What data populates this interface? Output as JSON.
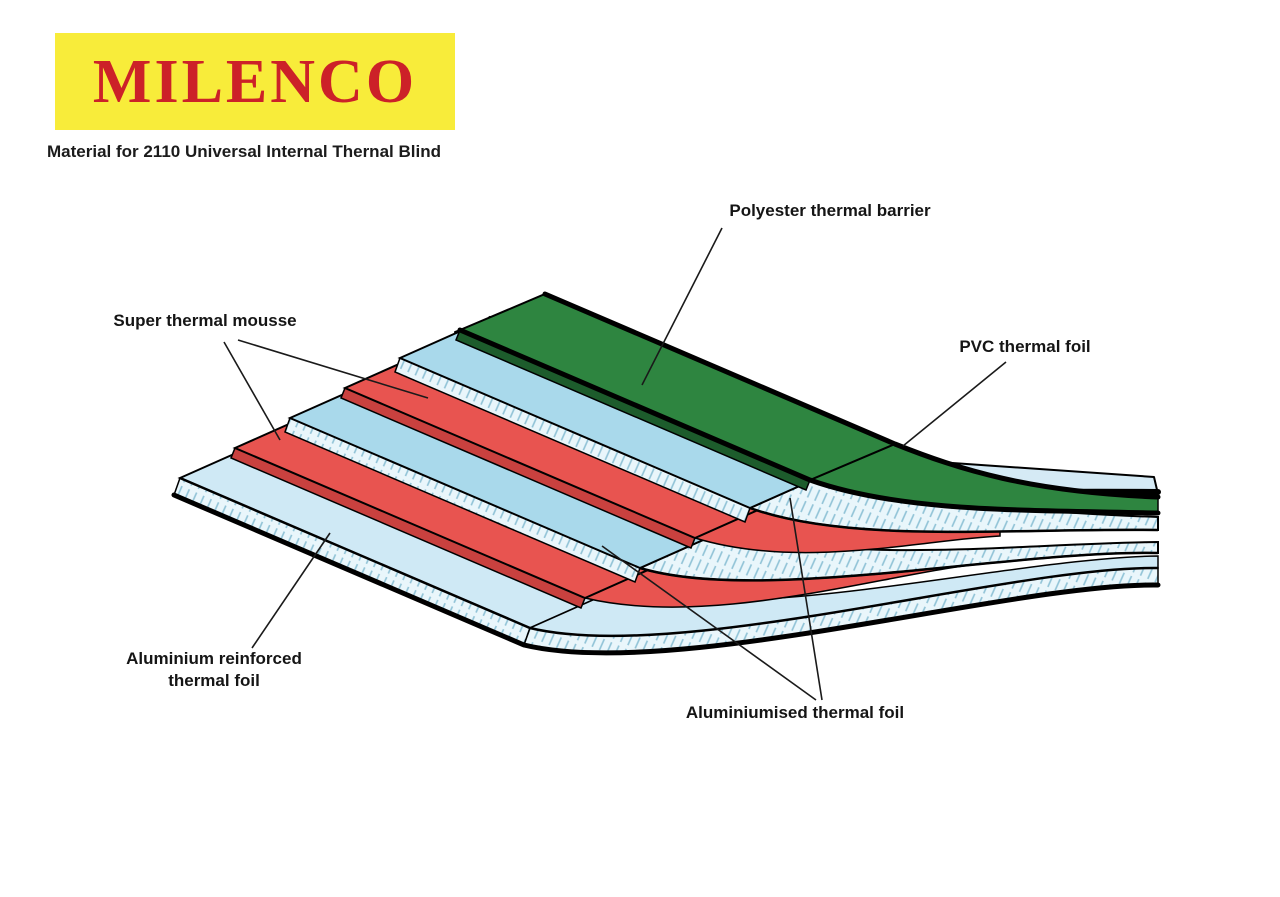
{
  "logo": {
    "text": "MILENCO",
    "bg": "#f8ec3a",
    "color": "#cc2128"
  },
  "subtitle": "Material for 2110 Universal Internal Thernal Blind",
  "labels": {
    "polyester": "Polyester thermal barrier",
    "super_mousse": "Super thermal mousse",
    "pvc": "PVC thermal foil",
    "aluminium_reinforced": "Aluminium reinforced thermal foil",
    "aluminiumised": "Aluminiumised thermal foil"
  },
  "layer_stack_top_to_bottom": [
    "PVC thermal foil",
    "Polyester thermal barrier",
    "Aluminiumised thermal foil",
    "Super thermal mousse",
    "Aluminiumised thermal foil",
    "Super thermal mousse",
    "Aluminium reinforced thermal foil"
  ],
  "colors": {
    "yellow": "#f8ec3a",
    "brand_red": "#cc2128",
    "sheet": "#d5eaf5",
    "bottom_layer": "#cfe9f5",
    "blue": "#a9d9eb",
    "red": "#e85450",
    "red_side": "#c9413f",
    "green": "#2e8540",
    "green_side": "#1d5c2c",
    "foil_base": "#e9f6fb",
    "foil_line": "#8fc2d6",
    "outline": "#000000",
    "label_text": "#151515"
  }
}
